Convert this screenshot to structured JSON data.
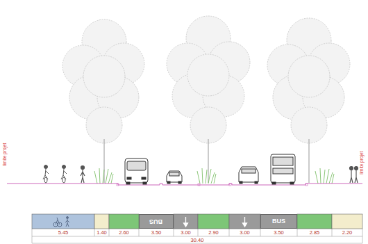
{
  "diagram": {
    "nodes": [
      {
        "text": [
          "BUS"
        ]
      },
      {
        "text": [
          "BUS"
        ]
      }
    ],
    "labels": [
      "limite projet",
      "limite projet",
      "5.45",
      "1.40",
      "2.60",
      "3.50",
      "3.00",
      "2.90",
      "3.00",
      "3.50",
      "2.85",
      "2.20",
      "30.40"
    ]
  }
}
